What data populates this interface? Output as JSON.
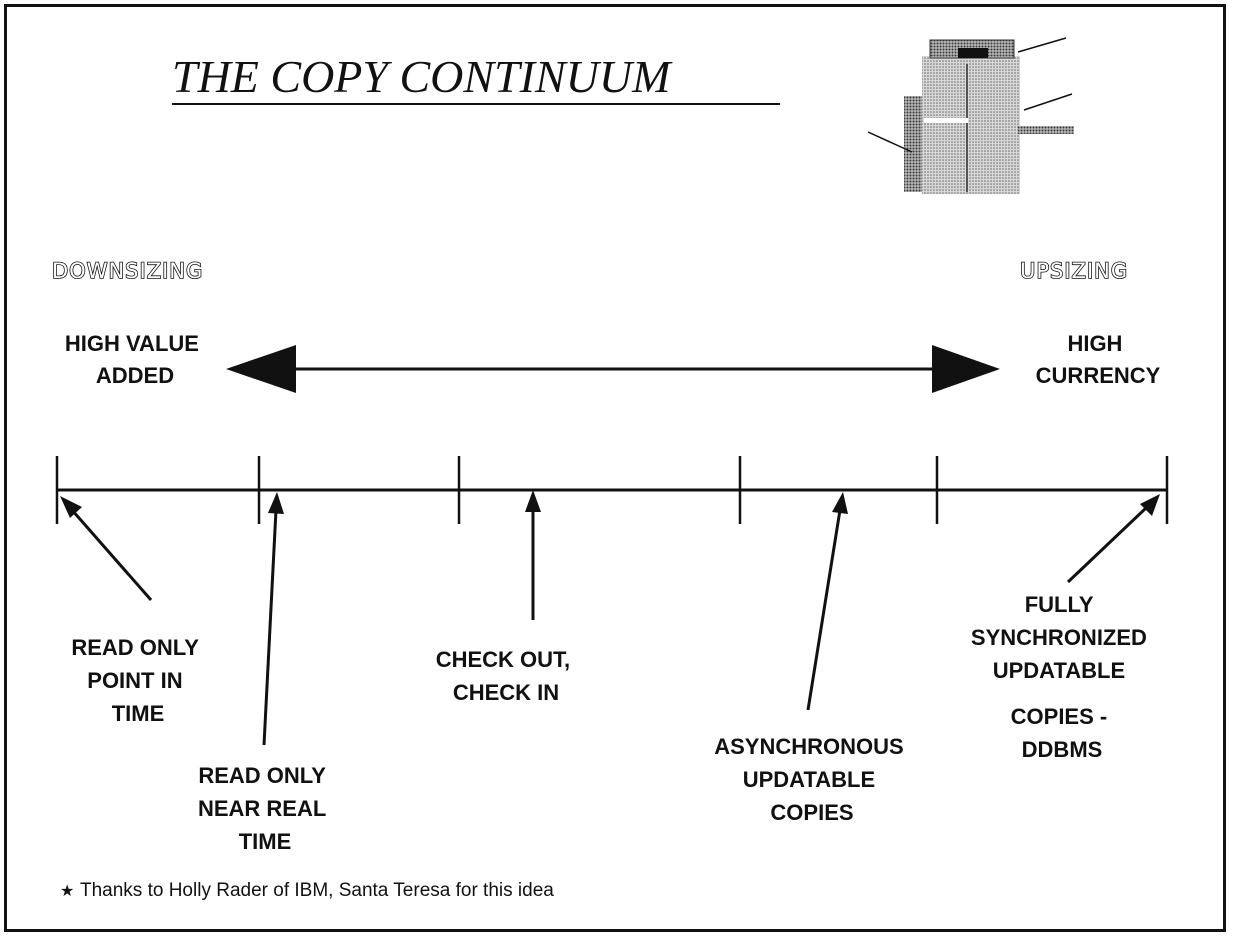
{
  "title": "THE COPY CONTINUUM",
  "left_end": {
    "side": "DOWNSIZING",
    "desc": [
      "HIGH VALUE",
      "ADDED"
    ]
  },
  "right_end": {
    "side": "UPSIZING",
    "desc": [
      "HIGH",
      "CURRENCY"
    ]
  },
  "continuum": [
    [
      "READ ONLY",
      "POINT IN",
      "TIME"
    ],
    [
      "READ ONLY",
      "NEAR REAL",
      "TIME"
    ],
    [
      "CHECK OUT,",
      "CHECK IN"
    ],
    [
      "ASYNCHRONOUS",
      "UPDATABLE",
      "COPIES"
    ],
    [
      "FULLY",
      "SYNCHRONIZED",
      "UPDATABLE",
      "COPIES -",
      "DDBMS"
    ]
  ],
  "footnote": {
    "star": "★",
    "text": "Thanks to Holly Rader of IBM, Santa Teresa for this idea"
  },
  "icons": [
    "copier-icon"
  ]
}
